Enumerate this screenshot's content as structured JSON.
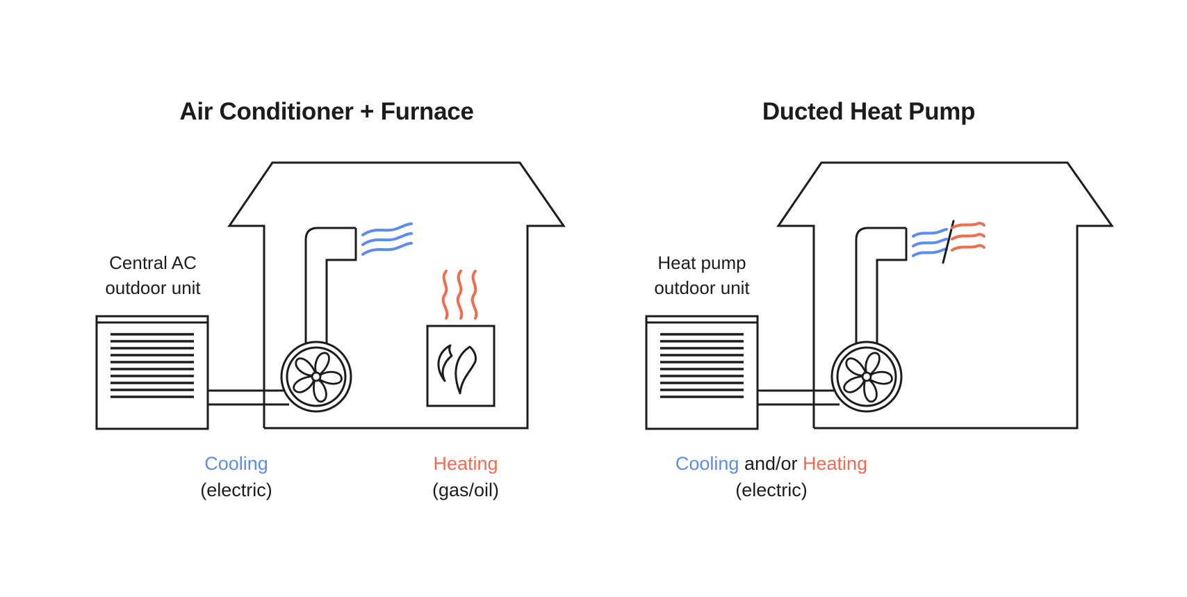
{
  "colors": {
    "line": "#1c1c1c",
    "cooling": "#5b8def",
    "heating": "#f26b4f",
    "background": "#ffffff"
  },
  "left_panel": {
    "title": "Air Conditioner + Furnace",
    "outdoor_unit_line1": "Central AC",
    "outdoor_unit_line2": "outdoor unit",
    "cooling_label": "Cooling",
    "cooling_source": "(electric)",
    "heating_label": "Heating",
    "heating_source": "(gas/oil)"
  },
  "right_panel": {
    "title": "Ducted Heat Pump",
    "outdoor_unit_line1": "Heat pump",
    "outdoor_unit_line2": "outdoor unit",
    "cooling_label": "Cooling",
    "connector": " and/or ",
    "heating_label": "Heating",
    "source": "(electric)"
  },
  "icons": [
    "house-outline-icon",
    "outdoor-unit-icon",
    "duct-icon",
    "blower-fan-icon",
    "cool-air-waves-icon",
    "heat-waves-icon",
    "furnace-flame-icon"
  ]
}
